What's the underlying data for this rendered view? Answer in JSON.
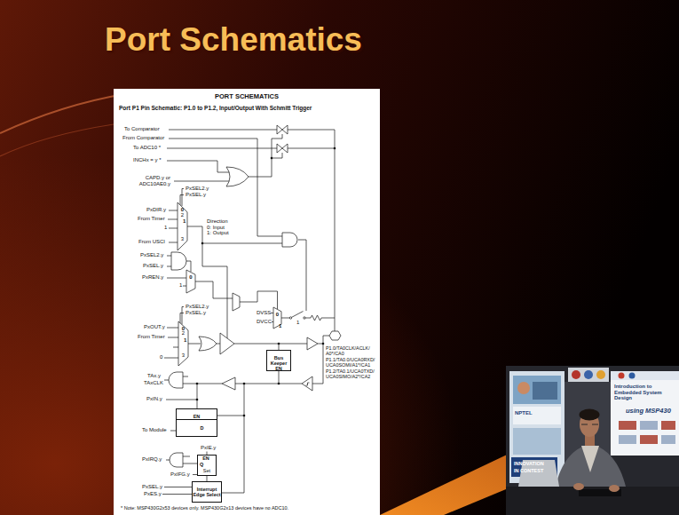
{
  "diagram": {
    "title": "Port Schematics",
    "nodes": [
      {
        "text": [
          "PORT SCHEMATICS",
          "Port P1 Pin Schematic: P1.0 to P1.2, Input/Output With Schmitt Trigger"
        ]
      },
      {
        "text": [
          "0",
          "1",
          "2",
          "3"
        ],
        "in": 0
      },
      {
        "text": [
          "0"
        ],
        "in": 0
      },
      {
        "text": [
          "0",
          "1"
        ],
        "in": 0
      },
      {
        "text": [
          "0",
          "1",
          "2",
          "3"
        ],
        "in": 0
      },
      {
        "text": [
          "Bus Keeper EN"
        ],
        "in": 0
      },
      {
        "text": [
          "EN",
          "D"
        ],
        "in": 0
      },
      {
        "text": [
          "EN",
          "Q",
          "Set"
        ],
        "in": 0
      },
      {
        "text": [
          "Interrupt Edge Select"
        ],
        "in": 0
      }
    ],
    "edges": [
      {
        "from": 8,
        "to": 7,
        "arrow": "none"
      }
    ],
    "labels": [
      "To Comparator",
      "From Comparator",
      "To ADC10 *",
      "INCHx = y *",
      "CAPD.y or ADC10AE0.y",
      "PxSEL2.y",
      "PxSEL.y",
      "PxDIR.y",
      "From Timer",
      "1",
      "From USCI",
      "Direction 0: Input 1: Output",
      "PxSEL2.y",
      "PxSEL.y",
      "PxREN.y",
      "1",
      "PxSEL2.y",
      "PxSEL.y",
      "DVSS",
      "DVCC",
      "1",
      "PxOUT.y",
      "From Timer",
      "0",
      "P1.0/TA0CLK/ACLK/ A0*/CA0",
      "P1.1/TA0.0/UCA0RXD/ UCA0SOMI/A1*/CA1",
      "P1.2/TA0.1/UCA0TXD/ UCA0SIMO/A2*/CA2",
      "TAx.y",
      "TAxCLK",
      "PxIN.y",
      "To Module",
      "PxIE.y",
      "PxIRQ.y",
      "PxIFG.y",
      "PxSEL.y",
      "PxES.y",
      "* Note: MSP430G2x53 devices only. MSP430G2x13 devices have no ADC10.",
      "Introduction to Embedded System Design",
      "using MSP430",
      "NPTEL",
      "INNOVATION",
      "IN CONTEST"
    ]
  }
}
